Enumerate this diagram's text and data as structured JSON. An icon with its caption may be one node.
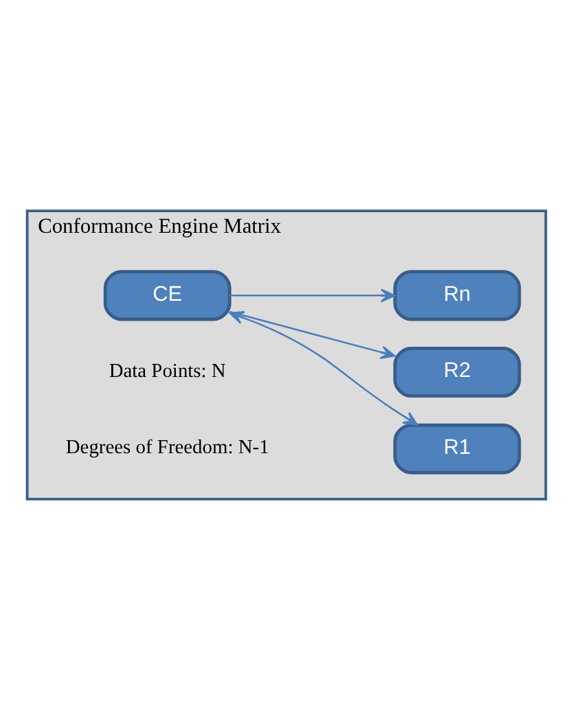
{
  "diagram": {
    "nodes": [
      {
        "text": [
          "Conformance Engine Matrix"
        ]
      },
      {
        "text": [
          "CE"
        ],
        "in": 0
      },
      {
        "text": [
          "R1"
        ],
        "in": 0
      },
      {
        "text": [
          "R2"
        ],
        "in": 0
      },
      {
        "text": [
          "Rn"
        ],
        "in": 0
      }
    ],
    "edges": [
      {
        "from": 1,
        "to": 2,
        "arrow": "both"
      },
      {
        "from": 1,
        "to": 3,
        "arrow": "to"
      },
      {
        "from": 1,
        "to": 4,
        "arrow": "to"
      }
    ],
    "labels": [
      "Data Points: N",
      "Degrees of Freedom: N-1"
    ]
  }
}
